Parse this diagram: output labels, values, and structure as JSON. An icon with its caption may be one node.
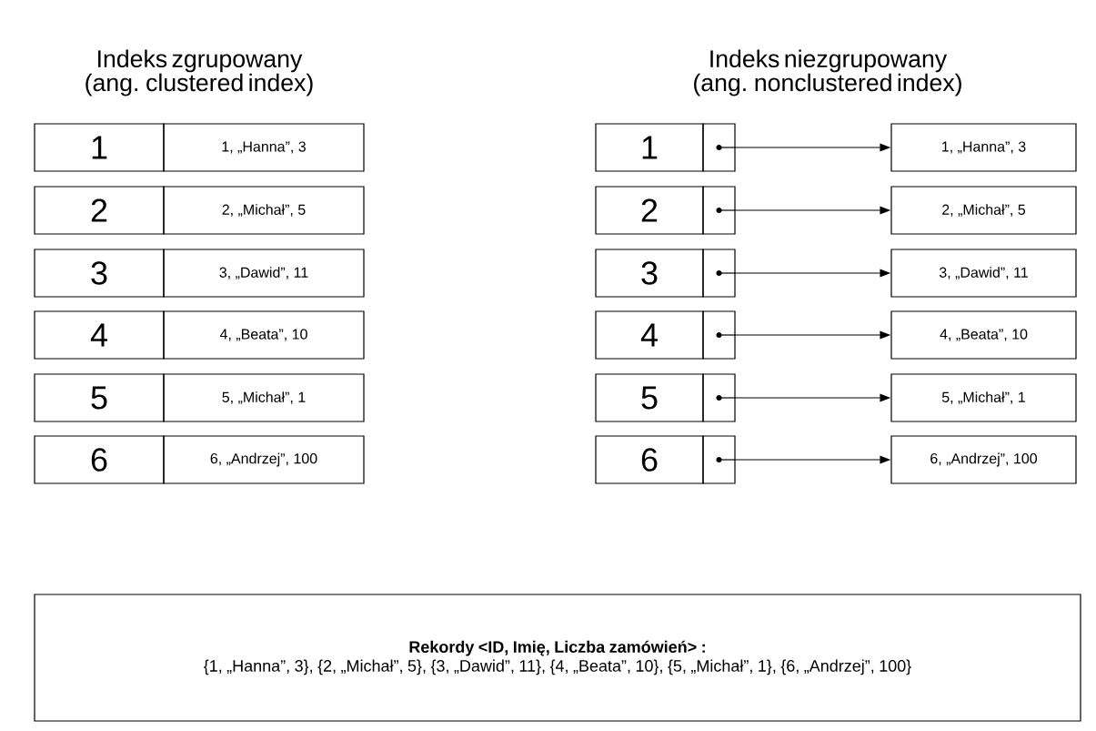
{
  "diagram": {
    "nodes": [
      {
        "text": [
          "1"
        ]
      },
      {
        "text": [
          "1, „Hanna”, 3"
        ]
      },
      {
        "text": [
          "2"
        ]
      },
      {
        "text": [
          "2, „Michał”, 5"
        ]
      },
      {
        "text": [
          "3"
        ]
      },
      {
        "text": [
          "3, „Dawid”, 11"
        ]
      },
      {
        "text": [
          "4"
        ]
      },
      {
        "text": [
          "4, „Beata”, 10"
        ]
      },
      {
        "text": [
          "5"
        ]
      },
      {
        "text": [
          "5, „Michał”, 1"
        ]
      },
      {
        "text": [
          "6"
        ]
      },
      {
        "text": [
          "6, „Andrzej”, 100"
        ]
      },
      {
        "text": [
          "1"
        ]
      },
      {
        "text": [],
        "shape": "box"
      },
      {
        "text": [
          "1, „Hanna”, 3"
        ]
      },
      {
        "text": [
          "2"
        ]
      },
      {
        "text": [],
        "shape": "box"
      },
      {
        "text": [
          "2, „Michał”, 5"
        ]
      },
      {
        "text": [
          "3"
        ]
      },
      {
        "text": [],
        "shape": "box"
      },
      {
        "text": [
          "3, „Dawid”, 11"
        ]
      },
      {
        "text": [
          "4"
        ]
      },
      {
        "text": [],
        "shape": "box"
      },
      {
        "text": [
          "4, „Beata”, 10"
        ]
      },
      {
        "text": [
          "5"
        ]
      },
      {
        "text": [],
        "shape": "box"
      },
      {
        "text": [
          "5, „Michał”, 1"
        ]
      },
      {
        "text": [
          "6"
        ]
      },
      {
        "text": [],
        "shape": "box"
      },
      {
        "text": [
          "6, „Andrzej”, 100"
        ]
      },
      {
        "text": [
          "Rekordy <ID, Imię, Liczba zamówień> :",
          "{1, „Hanna”, 3}, {2, „Michał”, 5}, {3, „Dawid”, 11}, {4, „Beata”, 10}, {5, „Michał”, 1}, {6, „Andrzej”, 100}"
        ]
      }
    ],
    "edges": [
      {
        "from": 13,
        "to": 14,
        "arrow": "to"
      },
      {
        "from": 16,
        "to": 17,
        "arrow": "to"
      },
      {
        "from": 19,
        "to": 20,
        "arrow": "to"
      },
      {
        "from": 22,
        "to": 23,
        "arrow": "to"
      },
      {
        "from": 25,
        "to": 26,
        "arrow": "to"
      },
      {
        "from": 28,
        "to": 29,
        "arrow": "to"
      }
    ],
    "labels": [
      "Indeks zgrupowany (ang. clustered index)",
      "Indeks niezgrupowany (ang. nonclustered index)"
    ]
  }
}
